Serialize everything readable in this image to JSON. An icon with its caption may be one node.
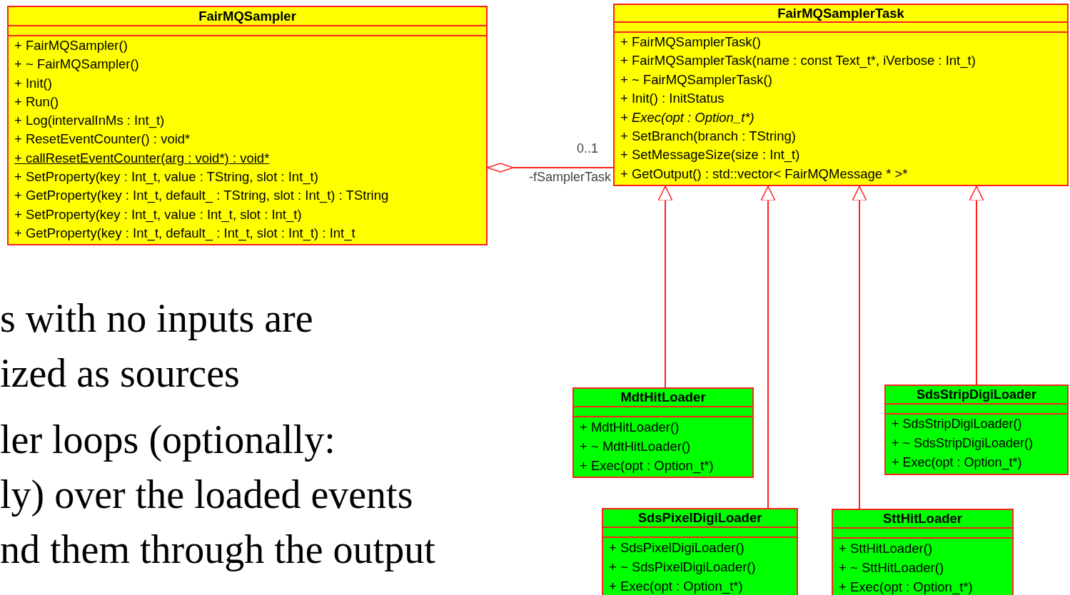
{
  "diagram": {
    "nodes": [
      {
        "text": [
          "FairMQSampler",
          "+ FairMQSampler()",
          "+ ~ FairMQSampler()",
          "+ Init()",
          "+ Run()",
          "+ Log(intervalInMs : Int_t)",
          "+ ResetEventCounter() : void*",
          "+ callResetEventCounter(arg : void*) : void*",
          "+ SetProperty(key : Int_t, value : TString, slot : Int_t)",
          "+ GetProperty(key : Int_t, default_ : TString, slot : Int_t) : TString",
          "+ SetProperty(key : Int_t, value : Int_t, slot : Int_t)",
          "+ GetProperty(key : Int_t, default_ : Int_t, slot : Int_t) : Int_t"
        ]
      },
      {
        "text": [
          "FairMQSamplerTask",
          "+ FairMQSamplerTask()",
          "+ FairMQSamplerTask(name : const Text_t*, iVerbose : Int_t)",
          "+ ~ FairMQSamplerTask()",
          "+ Init() : InitStatus",
          "+ Exec(opt : Option_t*)",
          "+ SetBranch(branch : TString)",
          "+ SetMessageSize(size : Int_t)",
          "+ GetOutput() : std::vector< FairMQMessage * >*"
        ]
      },
      {
        "text": [
          "MdtHitLoader",
          "+ MdtHitLoader()",
          "+ ~ MdtHitLoader()",
          "+ Exec(opt : Option_t*)"
        ]
      },
      {
        "text": [
          "SdsStripDigiLoader",
          "+ SdsStripDigiLoader()",
          "+ ~ SdsStripDigiLoader()",
          "+ Exec(opt : Option_t*)"
        ]
      },
      {
        "text": [
          "SdsPixelDigiLoader",
          "+ SdsPixelDigiLoader()",
          "+ ~ SdsPixelDigiLoader()",
          "+ Exec(opt : Option_t*)"
        ]
      },
      {
        "text": [
          "SttHitLoader",
          "+ SttHitLoader()",
          "+ ~ SttHitLoader()",
          "+ Exec(opt : Option_t*)"
        ]
      }
    ],
    "edges": [
      {
        "from": 0,
        "to": 1,
        "arrow": "other",
        "label": "-fSamplerTask"
      },
      {
        "from": 2,
        "to": 1,
        "arrow": "to"
      },
      {
        "from": 4,
        "to": 1,
        "arrow": "to"
      },
      {
        "from": 5,
        "to": 1,
        "arrow": "to"
      },
      {
        "from": 3,
        "to": 1,
        "arrow": "to"
      }
    ],
    "labels": [
      "0..1",
      "s with no inputs are",
      "ized as sources",
      "ler loops (optionally:",
      "ly) over the loaded events",
      "nd them through the output"
    ]
  }
}
